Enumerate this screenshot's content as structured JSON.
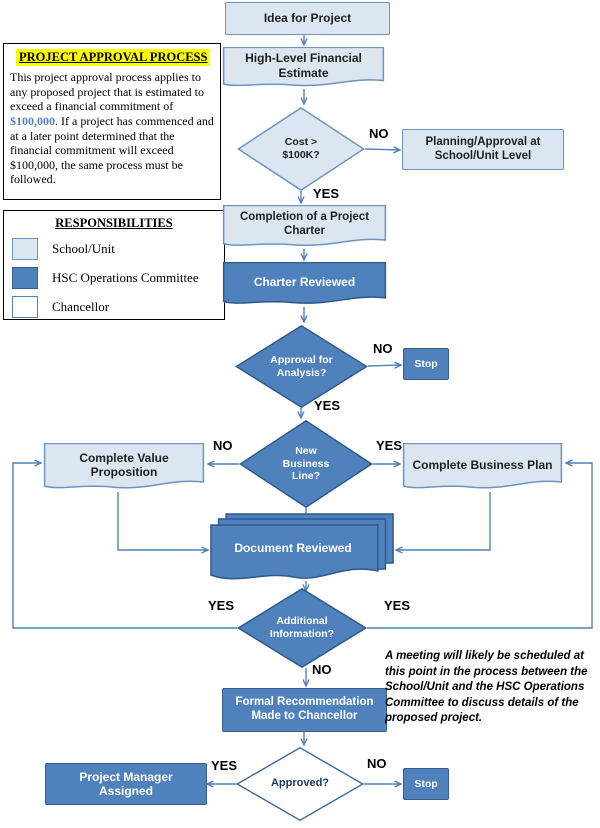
{
  "info_box": {
    "title": "PROJECT APPROVAL PROCESS",
    "body_before": "This project approval process applies to any proposed project that is estimated to exceed a financial commitment of ",
    "amount_highlight": "$100,000",
    "body_after": ".   If a project has commenced and at a later point determined that the financial commitment will exceed $100,000, the same process must be followed."
  },
  "legend": {
    "title": "RESPONSIBILITIES",
    "items": [
      {
        "label": "School/Unit",
        "color": "#dce6f1"
      },
      {
        "label": "HSC Operations Committee",
        "color": "#4f81bd"
      },
      {
        "label": "Chancellor",
        "color": "#ffffff"
      }
    ]
  },
  "nodes": {
    "idea": {
      "label": "Idea for Project"
    },
    "estimate": {
      "label": "High-Level Financial Estimate"
    },
    "cost": {
      "label": "Cost > $100K?"
    },
    "planning": {
      "label": "Planning/Approval at School/Unit Level"
    },
    "charter": {
      "label": "Completion of a Project Charter"
    },
    "charter_reviewed": {
      "label": "Charter Reviewed"
    },
    "approval": {
      "label": "Approval for Analysis?"
    },
    "stop1": {
      "label": "Stop"
    },
    "nbl": {
      "label": "New Business Line?"
    },
    "cvp": {
      "label": "Complete Value Proposition"
    },
    "cbp": {
      "label": "Complete Business Plan"
    },
    "docrev": {
      "label": "Document Reviewed"
    },
    "addinfo": {
      "label": "Additional Information?"
    },
    "formal": {
      "label": "Formal Recommendation Made to Chancellor"
    },
    "approved": {
      "label": "Approved?"
    },
    "pma": {
      "label": "Project Manager Assigned"
    },
    "stop2": {
      "label": "Stop"
    }
  },
  "labels": {
    "yes": "YES",
    "no": "NO"
  },
  "note": {
    "text": "A meeting will likely be scheduled at this point in the process between the School/Unit and the HSC Operations Committee to discuss details of the proposed project."
  },
  "colors": {
    "school_unit_fill": "#dce6f1",
    "hsc_committee_fill": "#4f81bd",
    "chancellor_fill": "#ffffff",
    "line": "#4f81bd",
    "highlight": "#ffff00",
    "amount_text": "#4f81bd"
  }
}
